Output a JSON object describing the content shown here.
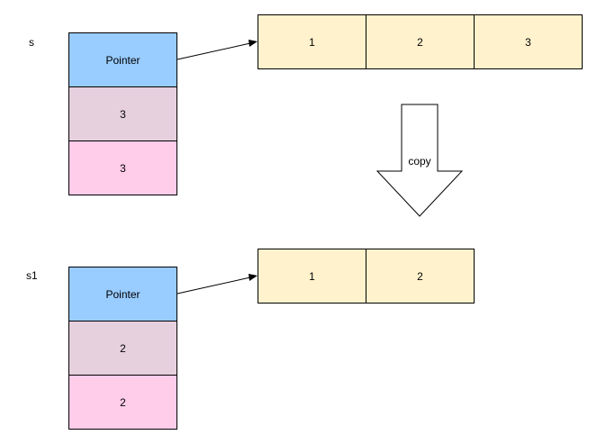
{
  "slice_s": {
    "name": "s",
    "header": [
      "Pointer",
      "3",
      "3"
    ],
    "array": [
      "1",
      "2",
      "3"
    ]
  },
  "copy_label": "copy",
  "slice_s1": {
    "name": "s1",
    "header": [
      "Pointer",
      "2",
      "2"
    ],
    "array": [
      "1",
      "2"
    ]
  }
}
